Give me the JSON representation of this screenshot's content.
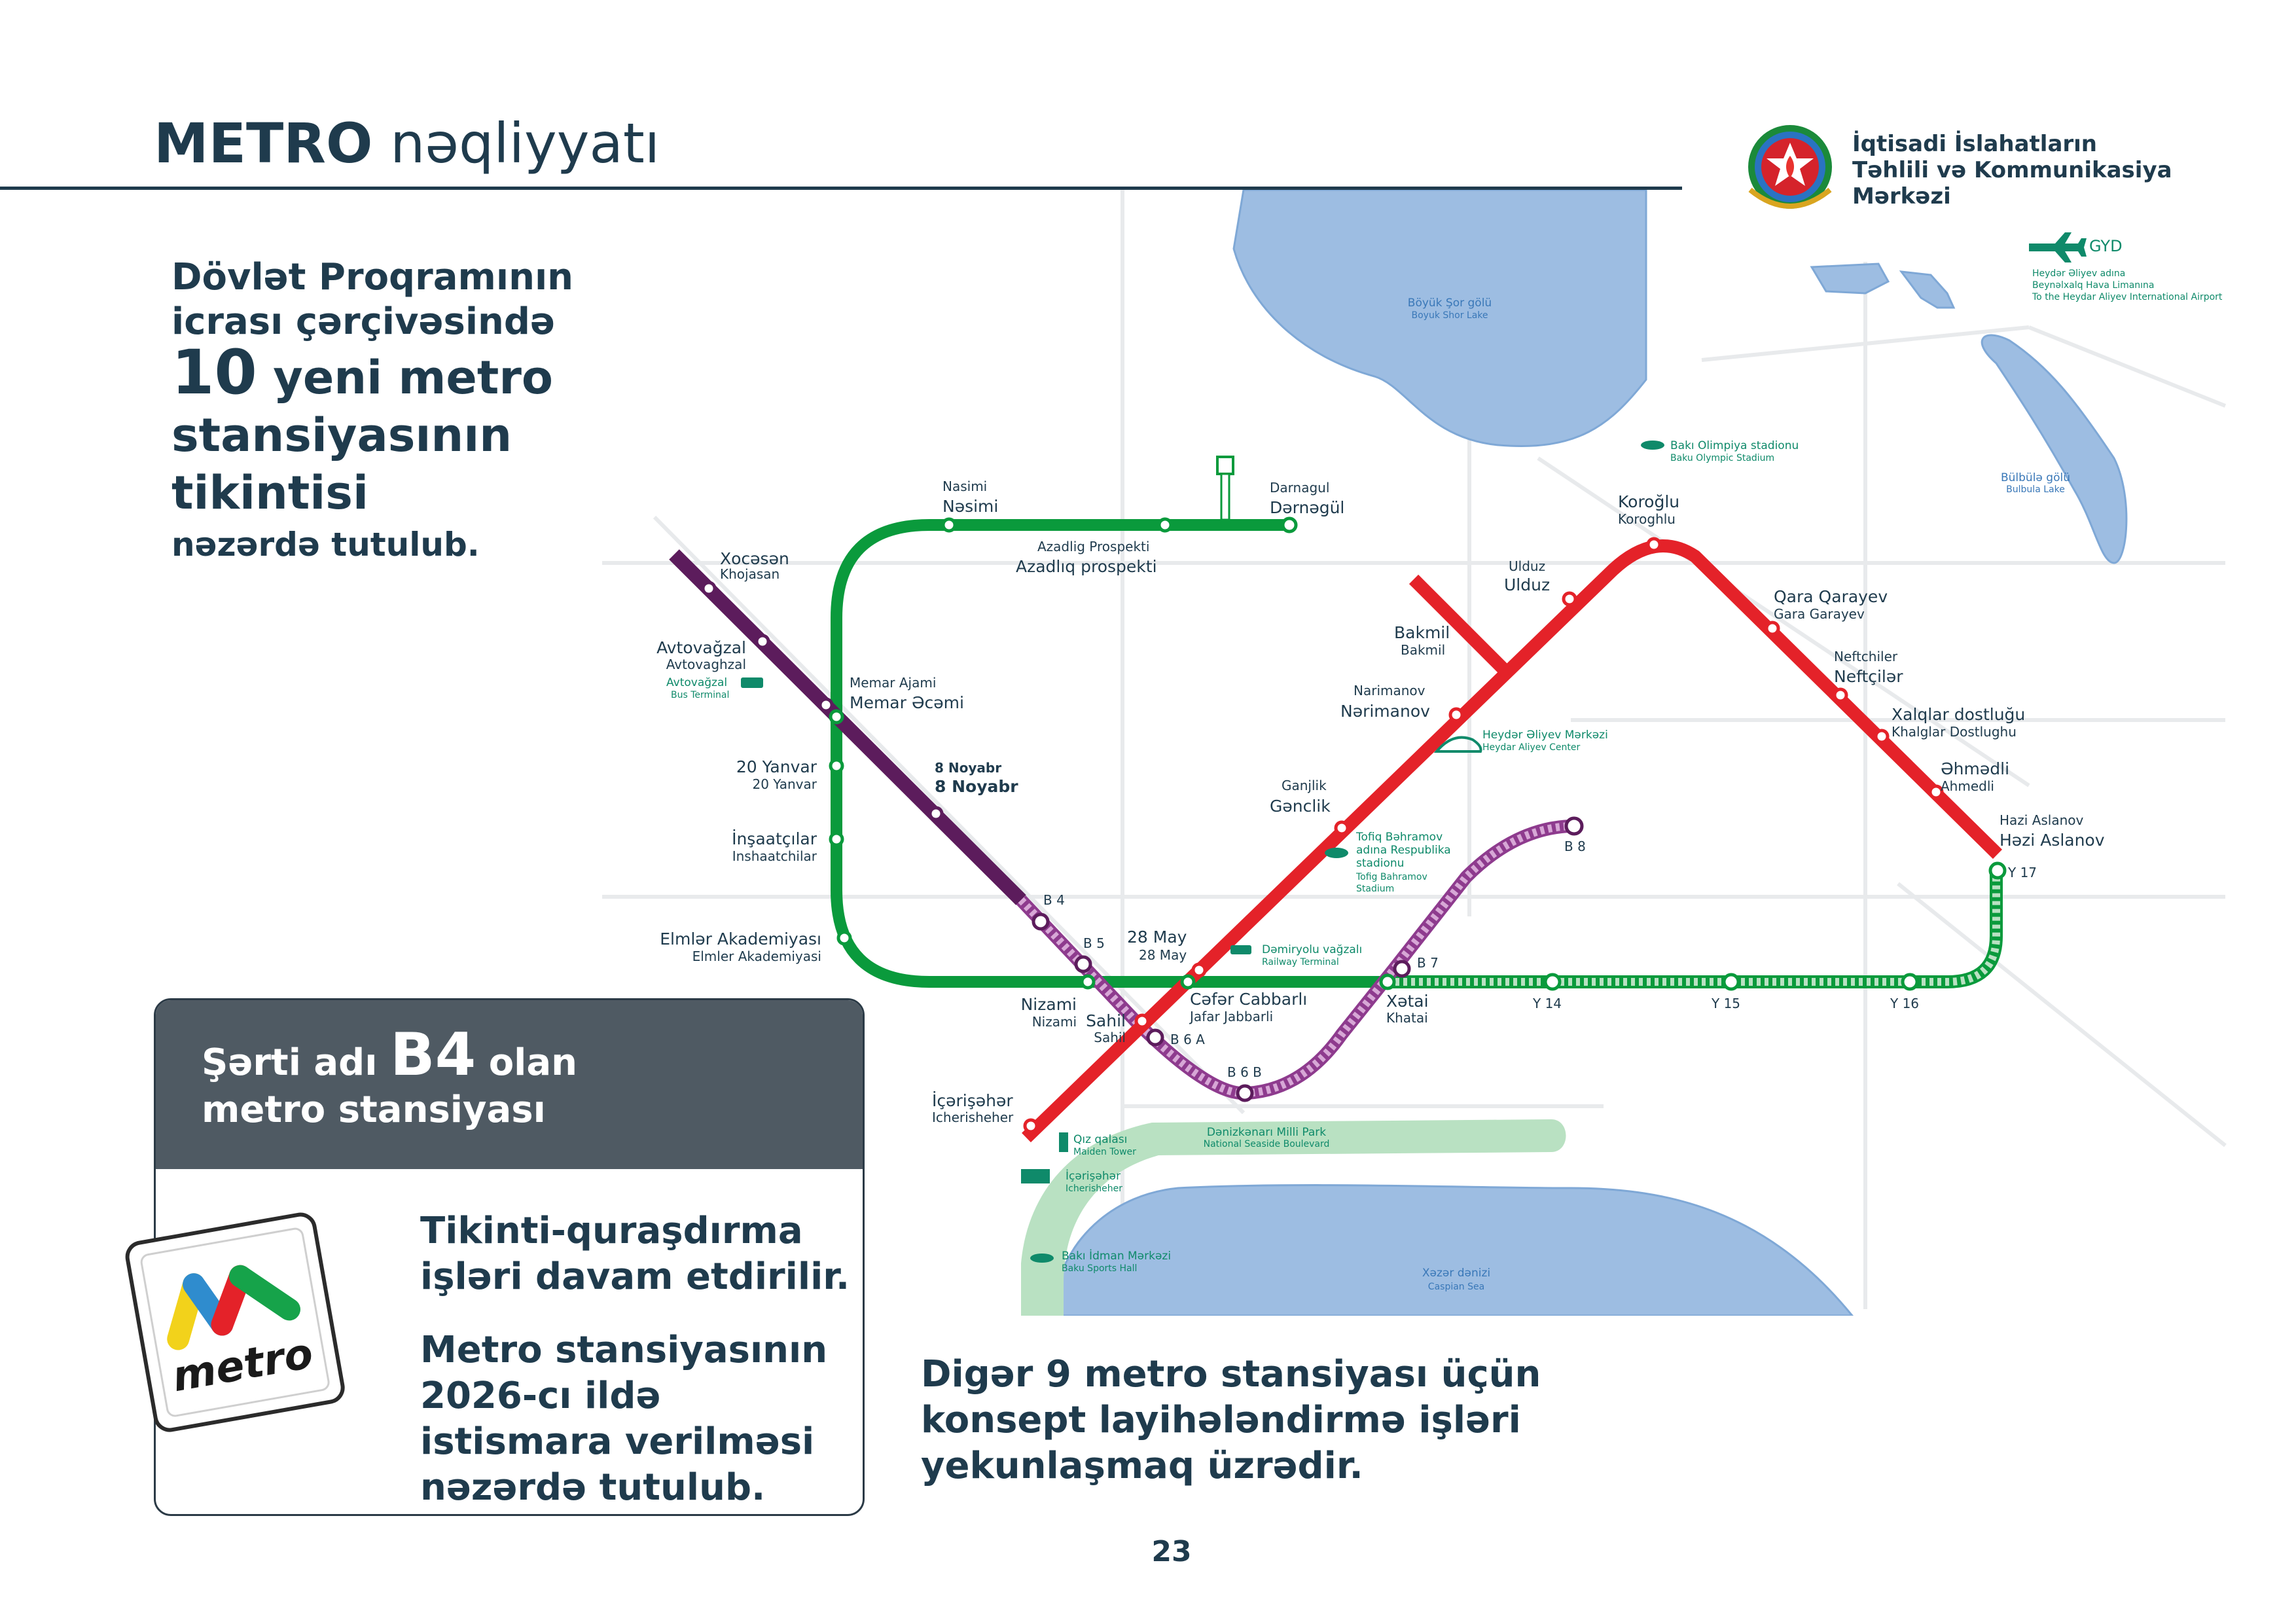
{
  "header": {
    "title_bold": "METRO",
    "title_rest": "nəqliyyatı",
    "org_lines": [
      "İqtisadi İslahatların",
      "Təhlili və Kommunikasiya",
      "Mərkəzi"
    ]
  },
  "intro": {
    "line1": "Dövlət Proqramının",
    "line2": "icrası çərçivəsində",
    "count": "10",
    "line3_rest": "yeni metro",
    "line4": "stansiyasının",
    "line5": "tikintisi",
    "line6": "nəzərdə tutulub."
  },
  "b4_card": {
    "prefix": "Şərti adı",
    "code": "B4",
    "suffix": "olan",
    "line2": "metro stansiyası",
    "p1": "Tikinti-quraşdırma işləri davam etdirilir.",
    "p2": "Metro stansiyasının 2026-cı ildə istismara verilməsi nəzərdə tutulub."
  },
  "logo": {
    "text": "metro",
    "icon": "baku-metro-logo-icon"
  },
  "other_stations": "Digər 9 metro stansiyası üçün konsept layihələndirmə işləri yekunlaşmaq üzrədir.",
  "page_number": "23",
  "map": {
    "colors": {
      "red": "#e42229",
      "green": "#0a9a3c",
      "purple": "#5c1c5c",
      "lilac": "#d7a7d6",
      "water": "#9dbde2",
      "park": "#b9e1c2"
    },
    "stations": {
      "nasimi": {
        "sub": "Nasimi",
        "main": "Nəsimi"
      },
      "darnagul": {
        "sub": "Darnagul",
        "main": "Dərnəgül"
      },
      "azadliq": {
        "sub": "Azadlig Prospekti",
        "main": "Azadlıq prospekti"
      },
      "xocasan": {
        "main": "Xocəsən",
        "sub": "Khojasan"
      },
      "avtovagzal": {
        "main": "Avtovağzal",
        "sub": "Avtovaghzal"
      },
      "memar": {
        "sub": "Memar Ajami",
        "main": "Memar Əcəmi"
      },
      "yanvar": {
        "main": "20 Yanvar",
        "sub": "20 Yanvar"
      },
      "noyabr": {
        "sub": "8 Noyabr",
        "main": "8 Noyabr"
      },
      "insaatcilar": {
        "main": "İnşaatçılar",
        "sub": "Inshaatchilar"
      },
      "elmler": {
        "main": "Elmlər Akademiyası",
        "sub": "Elmler Akademiyasi"
      },
      "nizami": {
        "main": "Nizami",
        "sub": "Nizami"
      },
      "sahil": {
        "main": "Sahil",
        "sub": "Sahil"
      },
      "may28": {
        "main": "28 May",
        "sub": "28 May"
      },
      "cafar": {
        "main": "Cəfər Cabbarlı",
        "sub": "Jafar Jabbarli"
      },
      "icheri": {
        "main": "İçərişəhər",
        "sub": "Icherisheher"
      },
      "xatai": {
        "main": "Xətai",
        "sub": "Khatai"
      },
      "ganclik": {
        "sub": "Ganjlik",
        "main": "Gənclik"
      },
      "narimanov": {
        "sub": "Narimanov",
        "main": "Nərimanov"
      },
      "bakmil": {
        "main": "Bakmil",
        "sub": "Bakmil"
      },
      "ulduz": {
        "sub": "Ulduz",
        "main": "Ulduz"
      },
      "koroglu": {
        "main": "Koroğlu",
        "sub": "Koroghlu"
      },
      "qaraqarayev": {
        "main": "Qara Qarayev",
        "sub": "Gara Garayev"
      },
      "neftchilar": {
        "sub": "Neftchiler",
        "main": "Neftçilər"
      },
      "xalqlar": {
        "main": "Xalqlar dostluğu",
        "sub": "Khalglar Dostlughu"
      },
      "ahmadli": {
        "main": "Əhmədli",
        "sub": "Ahmedli"
      },
      "hazi": {
        "sub": "Hazi Aslanov",
        "main": "Həzi Aslanov"
      }
    },
    "new_stations": {
      "b4": "B 4",
      "b5": "B 5",
      "b6a": "B 6 A",
      "b6b": "B 6 B",
      "b7": "B 7",
      "b8": "B 8",
      "y14": "Y 14",
      "y15": "Y 15",
      "y16": "Y 16",
      "y17": "Y 17"
    },
    "poi": {
      "bus_terminal": {
        "main": "Avtovağzal",
        "sub": "Bus Terminal"
      },
      "olympic": {
        "main": "Bakı Olimpiya stadionu",
        "sub": "Baku Olympic Stadium"
      },
      "heydar_center": {
        "main": "Heydər Əliyev Mərkəzi",
        "sub": "Heydar Aliyev Center"
      },
      "tofiq_1": "Tofiq Bəhramov",
      "tofiq_2": "adına Respublika",
      "tofiq_3": "stadionu",
      "tofiq_4": "Tofig Bahramov",
      "tofiq_5": "Stadium",
      "railway": {
        "main": "Dəmiryolu vağzalı",
        "sub": "Railway Terminal"
      },
      "maiden": {
        "main": "Qız qalası",
        "sub": "Maiden Tower"
      },
      "icheri_poi": {
        "main": "İçərişəhər",
        "sub": "Icherisheher"
      },
      "sports_hall": {
        "main": "Bakı İdman Mərkəzi",
        "sub": "Baku Sports Hall"
      },
      "seaside": {
        "main": "Dənizkənarı Milli Park",
        "sub": "National Seaside Boulevard"
      },
      "airport_code": "GYD",
      "airport_1": "Heydər Əliyev adına",
      "airport_2": "Beynəlxalq Hava Limanına",
      "airport_3": "To the Heydar Aliyev International Airport"
    },
    "water": {
      "boyuk_shor": {
        "main": "Böyük Şor gölü",
        "sub": "Boyuk Shor Lake"
      },
      "bulbula": {
        "main": "Bülbülə gölü",
        "sub": "Bulbula Lake"
      },
      "caspian": {
        "main": "Xəzər dənizi",
        "sub": "Caspian Sea"
      }
    }
  }
}
